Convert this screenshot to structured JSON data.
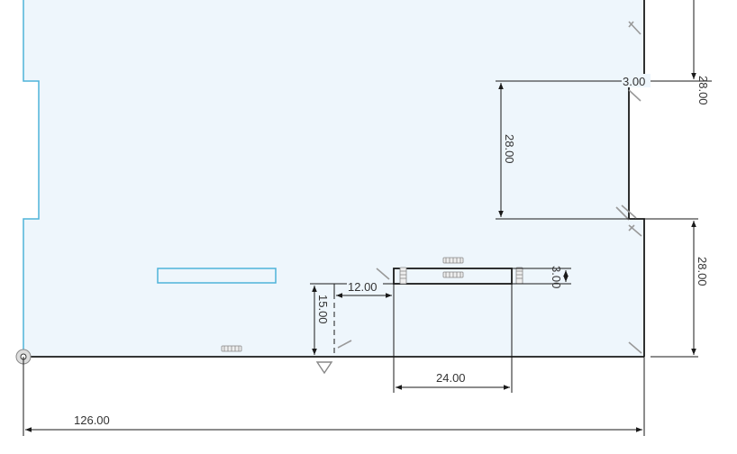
{
  "sketch": {
    "fill_color": "#eef6fc",
    "profile_color": "#4fb3d9",
    "line_color": "#1a1a1a",
    "selected_slot_color": "#7fc8e8"
  },
  "dimensions": {
    "top_right_vertical": "28.00",
    "notch_width": "3.00",
    "notch_height": "28.00",
    "lower_right_vertical": "28.00",
    "slot_height": "3.00",
    "slot_offset_x": "12.00",
    "slot_offset_y": "15.00",
    "slot_width": "24.00",
    "overall_width": "126.00"
  }
}
